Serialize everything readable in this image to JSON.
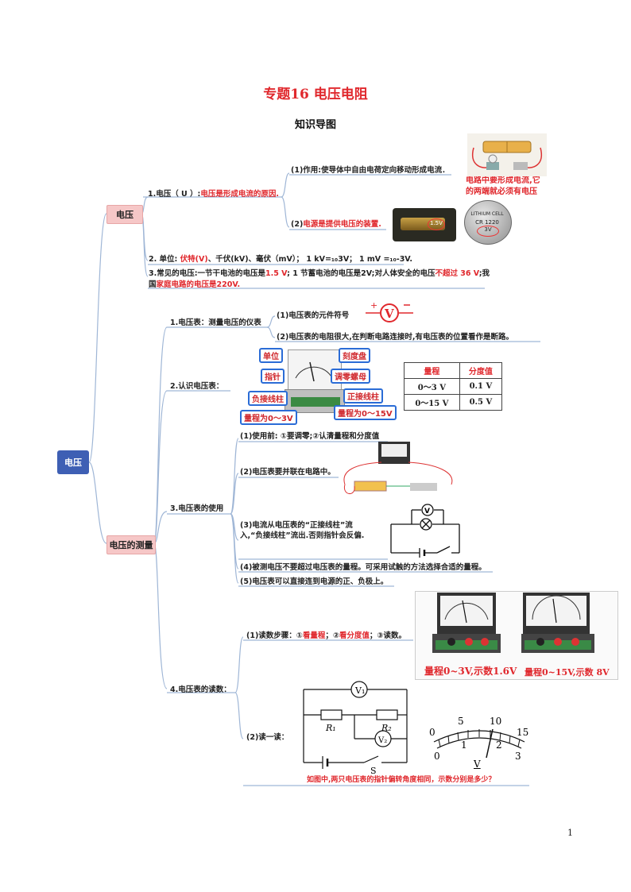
{
  "title": "专题16 电压电阻",
  "subtitle": "知识导图",
  "root": "电压",
  "voltage": {
    "label": "电压",
    "n1_prefix": "1.电压（ U ）:",
    "n1_red": "电压是形成电流的原因.",
    "n1a": "(1)作用:使导体中自由电荷定向移动形成电流．",
    "n1a_note_line1": "电路中要形成电流,它",
    "n1a_note_line2": "的两端就必须有电压",
    "n1b_prefix": "(2)",
    "n1b_red": "电源是提供电压的装置.",
    "battery_text": "LITHIUM CELL",
    "battery_model": "CR 1220",
    "battery_volt": "3V",
    "aa_label": "1.5V",
    "n2_prefix": "2. 单位: ",
    "n2_red": "伏特(V)",
    "n2_rest": "、千伏(kV)、毫伏（mV）； 1 kV=₁₀3V； 1 mV =₁₀-3V.",
    "n3_a": "3.常见的电压:一节干电池的电压是",
    "n3_b": "1.5 V",
    "n3_c": "; 1 节蓄电池的电压是2V;对人体安全的电压",
    "n3_d": "不超过 36 V",
    "n3_e": ";我",
    "n3_f": "国",
    "n3_g": "家庭电路的电压是220V."
  },
  "measure": {
    "label": "电压的测量",
    "m1": "1.电压表：测量电压的仪表",
    "m1a": "(1)电压表的元件符号",
    "m1b": "(2)电压表的电阻很大,在判断电路连接时,有电压表的位置看作是断路。",
    "m2": "2.认识电压表：",
    "callouts": [
      "单位",
      "刻度盘",
      "指针",
      "调零螺母",
      "负接线柱",
      "正接线柱",
      "量程为0～3V",
      "量程为0～15V"
    ],
    "table_header": [
      "量程",
      "分度值"
    ],
    "table_rows": [
      [
        "0～3 V",
        "0.1 V"
      ],
      [
        "0～15 V",
        "0.5 V"
      ]
    ],
    "m3": "3.电压表的使用",
    "m3a": "(1)使用前:      ①要调零;②认清量程和分度值",
    "m3b": "(2)电压表要并联在电路中。",
    "m3c_line1": "(3)电流从电压表的“正接线柱”流",
    "m3c_line2": "入,“负接线柱”流出.否则指针会反偏.",
    "m3d": "(4)被测电压不要超过电压表的量程。可采用试触的方法选择合适的量程。",
    "m3e": "(5)电压表可以直接连到电源的正、负极上。",
    "m4": "4.电压表的读数：",
    "m4a_prefix": "(1)读数步骤：①",
    "m4a_r1": "看量程",
    "m4a_mid": "；②",
    "m4a_r2": "看分度值",
    "m4a_end": "；③读数。",
    "reading1": "量程0~3V,示数1.6V",
    "reading2": "量程0~15V,示数 8V",
    "m4b": "(2)读一读：",
    "question": "如图中,两只电压表的指针偏转角度相同，示数分别是多少？",
    "dial_top": [
      "0",
      "5",
      "10",
      "15"
    ],
    "dial_bottom": [
      "0",
      "1",
      "2",
      "3"
    ],
    "dial_unit": "V",
    "circuit_labels": [
      "V₁",
      "R₁",
      "R₂",
      "V₂",
      "S"
    ]
  },
  "page_number": "1"
}
